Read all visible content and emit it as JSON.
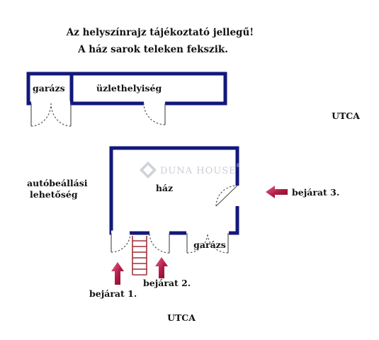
{
  "notes": {
    "line1": "Az helyszínrajz tájékoztató jellegű!",
    "line2": "A ház sarok teleken fekszik."
  },
  "labels": {
    "garage_top": "garázs",
    "shop": "üzlethelyiség",
    "street_right": "UTCA",
    "parking_line1": "autóbeállási",
    "parking_line2": "lehetőség",
    "house": "ház",
    "garage_bottom": "garázs",
    "entrance1": "bejárat 1.",
    "entrance2": "bejárat 2.",
    "entrance3": "bejárat 3.",
    "street_bottom": "UTCA"
  },
  "watermark": {
    "text": "DUNA HOUSE",
    "registered": "®"
  },
  "colors": {
    "wall": "#12187a",
    "arrow": "#b01a44",
    "ladder": "#a0303a",
    "door_swing": "#555555",
    "watermark": "#c9cdd6"
  }
}
